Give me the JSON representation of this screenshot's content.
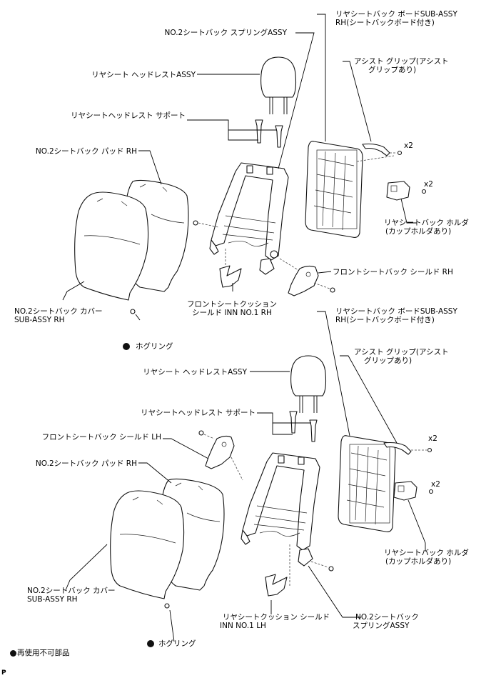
{
  "labels": {
    "t_spring": "NO.2シートバック スプリングASSY",
    "t_board_1": "リヤシートバック ボードSUB-ASSY",
    "t_board_2": "RH(シートバックボード付き)",
    "t_headrest": "リヤシート ヘッドレストASSY",
    "t_grip_1": "アシスト グリップ(アシスト",
    "t_grip_2": "グリップあり)",
    "t_support": "リヤシートヘッドレスト サポート",
    "t_pad": "NO.2シートバック パッド RH",
    "t_x2a": "x2",
    "t_x2b": "x2",
    "t_holder_1": "リヤシートバック ホルダ",
    "t_holder_2": "(カップホルダあり)",
    "t_shield_rh": "フロントシートバック シールド RH",
    "t_cushion_1": "フロントシートクッション",
    "t_cushion_2": "シールド INN NO.1 RH",
    "t_cover_1": "NO.2シートバック カバー",
    "t_cover_2": "SUB-ASSY RH",
    "t_hog": "ホグリング",
    "b_board_1": "リヤシートバック ボードSUB-ASSY",
    "b_board_2": "RH(シートバックボード付き)",
    "b_grip_1": "アシスト グリップ(アシスト",
    "b_grip_2": "グリップあり)",
    "b_headrest": "リヤシート ヘッドレストASSY",
    "b_support": "リヤシートヘッドレスト サポート",
    "b_x2a": "x2",
    "b_shield_lh": "フロントシートバック シールド LH",
    "b_x2b": "x2",
    "b_pad": "NO.2シートバック パッド RH",
    "b_holder_1": "リヤシートバック ホルダ",
    "b_holder_2": "(カップホルダあり)",
    "b_cover_1": "NO.2シートバック カバー",
    "b_cover_2": "SUB-ASSY RH",
    "b_cushion_1": "リヤシートクッション シールド",
    "b_cushion_2": "INN NO.1 LH",
    "b_spring_1": "NO.2シートバック",
    "b_spring_2": "スプリングASSY",
    "b_hog": "ホグリング",
    "legend": "再使用不可部品",
    "corner": "P"
  }
}
